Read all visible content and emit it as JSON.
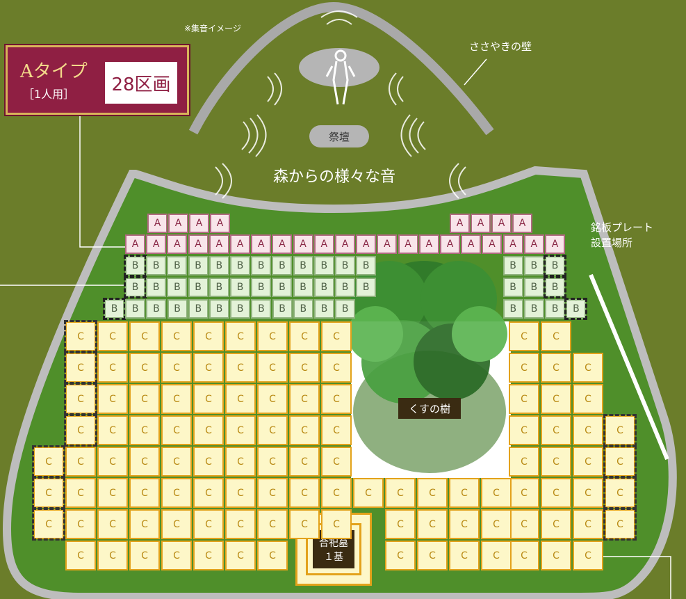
{
  "header_note": "※集音イメージ",
  "wall_label": "ささやきの壁",
  "altar_label": "祭壇",
  "forest_sound_label": "森からの様々な音",
  "plate_label_line1": "銘板プレート",
  "plate_label_line2": "設置場所",
  "tree_label": "くすの樹",
  "common_grave_line1": "合祀墓",
  "common_grave_line2": "１基",
  "type_badge": {
    "title": "Aタイプ",
    "subtitle": "［1人用］",
    "count": "28区画"
  },
  "plot_letters": {
    "a": "A",
    "b": "B",
    "c": "C"
  },
  "colors": {
    "background": "#6b7d2a",
    "grass": "#4f8f2a",
    "path": "#bdbdbd",
    "a_fill": "#f8e5ea",
    "b_fill": "#e3f2d8",
    "c_fill": "#fdf7c8",
    "c_border": "#e3a21b",
    "badge": "#8f1f43"
  }
}
